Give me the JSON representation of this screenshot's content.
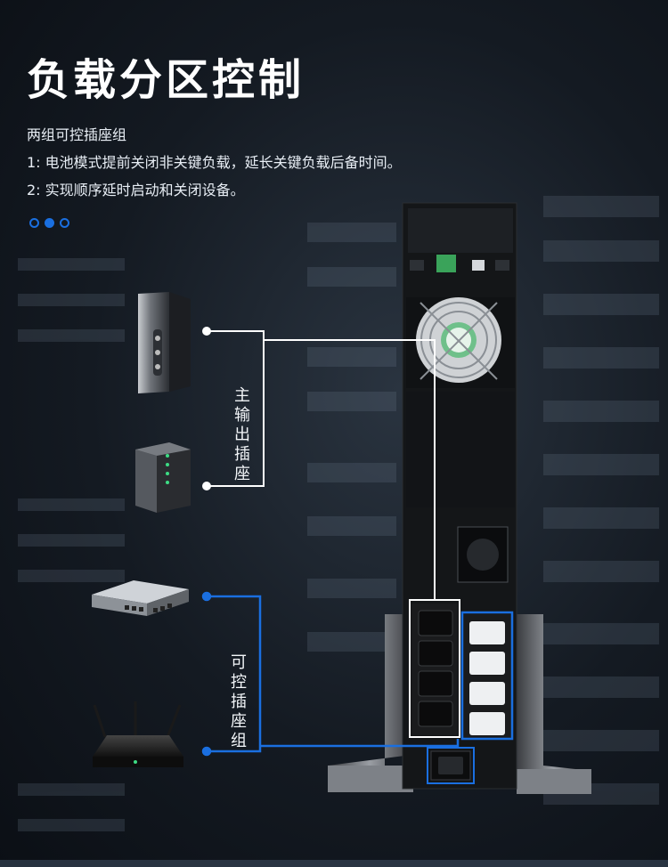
{
  "title": "负载分区控制",
  "description": {
    "heading": "两组可控插座组",
    "line1": "1:  电池模式提前关闭非关键负载，延长关键负载后备时间。",
    "line2": "2:  实现顺序延时启动和关闭设备。"
  },
  "carousel": {
    "count": 3,
    "active_index": 1
  },
  "groups": {
    "main": {
      "label": "主输出插座",
      "devices": [
        "tower-server-icon",
        "nas-icon"
      ]
    },
    "controllable": {
      "label": "可控插座组",
      "devices": [
        "network-switch-icon",
        "wifi-router-icon"
      ]
    }
  },
  "colors": {
    "accent_blue": "#1a6fe0",
    "line_white": "#ffffff",
    "ups_body": "#141618"
  }
}
